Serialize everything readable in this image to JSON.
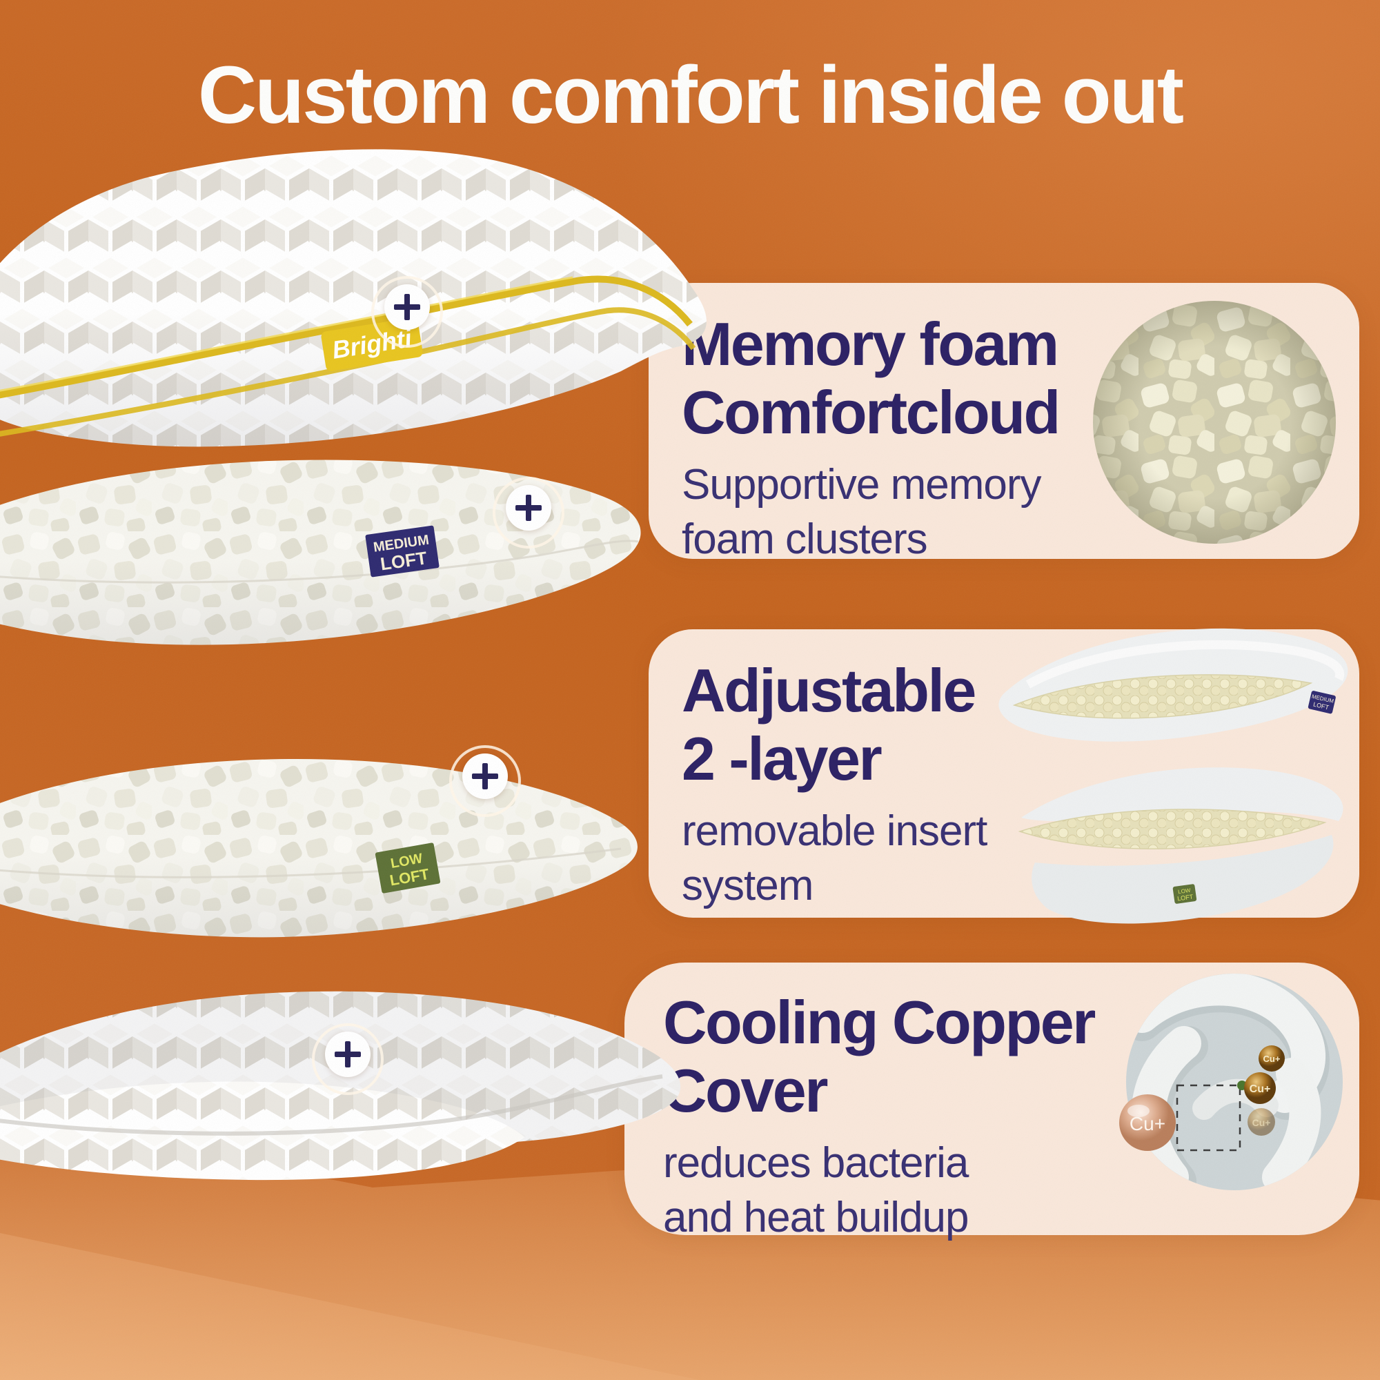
{
  "page": {
    "title": "Custom comfort inside out"
  },
  "colors": {
    "background_orange": "#c4631e",
    "background_light": "#fac894",
    "card_background": "#f9e7da",
    "heading_navy": "#2b2064",
    "subtitle_navy": "#372f72",
    "accent_gold": "#dcb81e",
    "tag_navy": "#2e2a70",
    "tag_navy_text": "#f5edd6",
    "tag_green": "#5d7136",
    "tag_green_text": "#e0e763",
    "copper": "#d19a77",
    "title_white": "#fdfdfb"
  },
  "pillows": {
    "cover": {
      "brand": "Brighti"
    },
    "medium": {
      "tag1": "MEDIUM",
      "tag2": "LOFT"
    },
    "low": {
      "tag1": "LOW",
      "tag2": "LOFT"
    }
  },
  "cards": [
    {
      "title1": "Memory foam",
      "title2": "Comfortcloud",
      "sub1": "Supportive memory",
      "sub2": "foam clusters"
    },
    {
      "title1": "Adjustable",
      "title2": "2 -layer",
      "sub1": "removable insert",
      "sub2": "system",
      "tag_medium1": "MEDIUM",
      "tag_medium2": "LOFT",
      "tag_low1": "LOW",
      "tag_low2": "LOFT"
    },
    {
      "title1": "Cooling Copper",
      "title2": "Cover",
      "sub1": "reduces bacteria",
      "sub2": "and heat buildup",
      "cu_big": "Cu+",
      "cu_small1": "Cu+",
      "cu_small2": "Cu+",
      "cu_small3": "Cu+"
    }
  ]
}
